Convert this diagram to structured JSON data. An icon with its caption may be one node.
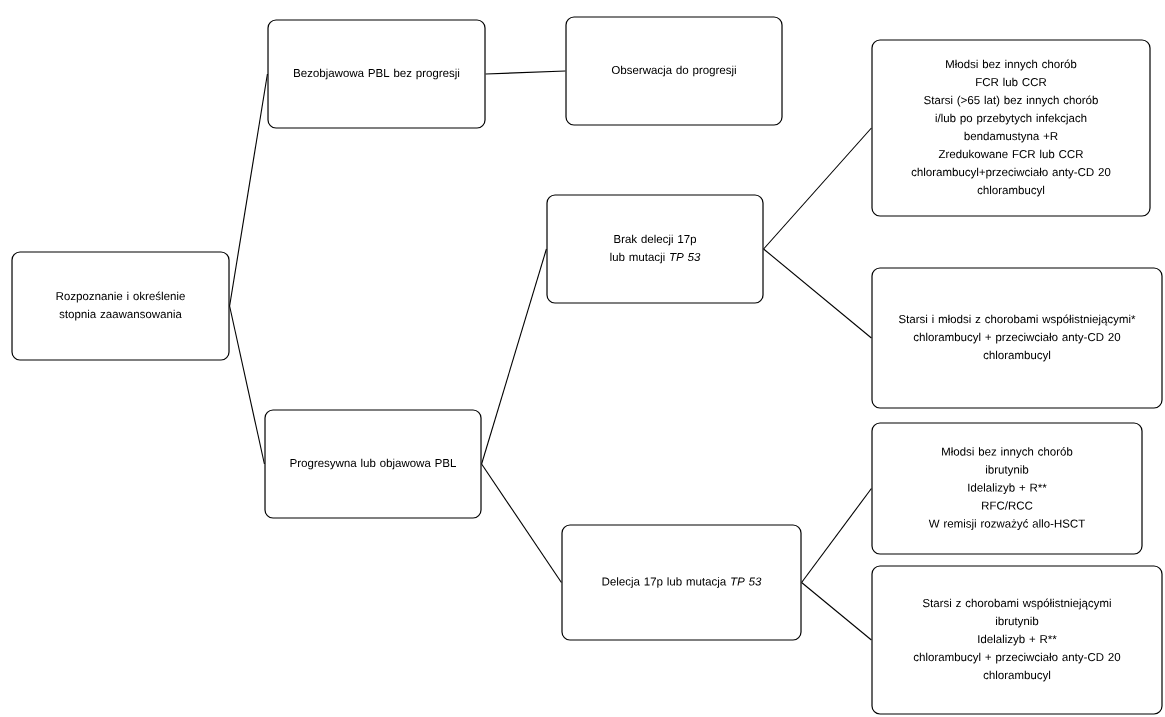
{
  "diagram": {
    "nodes": [
      {
        "text": [
          "Rozpoznanie i określenie stopnia zaawansowania"
        ]
      },
      {
        "text": [
          "Bezobjawowa PBL bez progresji"
        ]
      },
      {
        "text": [
          "Obserwacja do progresji"
        ]
      },
      {
        "text": [
          "Progresywna lub objawowa PBL"
        ]
      },
      {
        "text": [
          "Brak delecji 17p lub mutacji *TP 53*"
        ]
      },
      {
        "text": [
          "Delecja 17p lub mutacja *TP 53*"
        ]
      },
      {
        "text": [
          "Młodsi bez innych chorób",
          "FCR lub CCR",
          "Starsi (>65 lat) bez innych chorób",
          "i/lub po przebytych infekcjach",
          "bendamustyna +R",
          "Zredukowane FCR lub CCR",
          "chlorambucyl+przeciwciało anty-CD 20",
          "chlorambucyl"
        ]
      },
      {
        "text": [
          "Starsi i młodsi z chorobami współistniejącymi*",
          "chlorambucyl + przeciwciało anty-CD 20",
          "chlorambucyl"
        ]
      },
      {
        "text": [
          "Młodsi bez innych chorób",
          "ibrutynib",
          "Idelalizyb + R**",
          "RFC/RCC",
          "W remisji rozważyć allo-HSCT"
        ]
      },
      {
        "text": [
          "Starsi z chorobami współistniejącymi",
          "ibrutynib",
          "Idelalizyb + R**",
          "chlorambucyl + przeciwciało anty-CD 20",
          "chlorambucyl"
        ]
      }
    ],
    "edges": [
      {
        "from": 0,
        "to": 1,
        "arrow": "none"
      },
      {
        "from": 0,
        "to": 3,
        "arrow": "none"
      },
      {
        "from": 1,
        "to": 2,
        "arrow": "none"
      },
      {
        "from": 3,
        "to": 4,
        "arrow": "none"
      },
      {
        "from": 3,
        "to": 5,
        "arrow": "none"
      },
      {
        "from": 4,
        "to": 6,
        "arrow": "none"
      },
      {
        "from": 4,
        "to": 7,
        "arrow": "none"
      },
      {
        "from": 5,
        "to": 8,
        "arrow": "none"
      },
      {
        "from": 5,
        "to": 9,
        "arrow": "none"
      }
    ]
  }
}
